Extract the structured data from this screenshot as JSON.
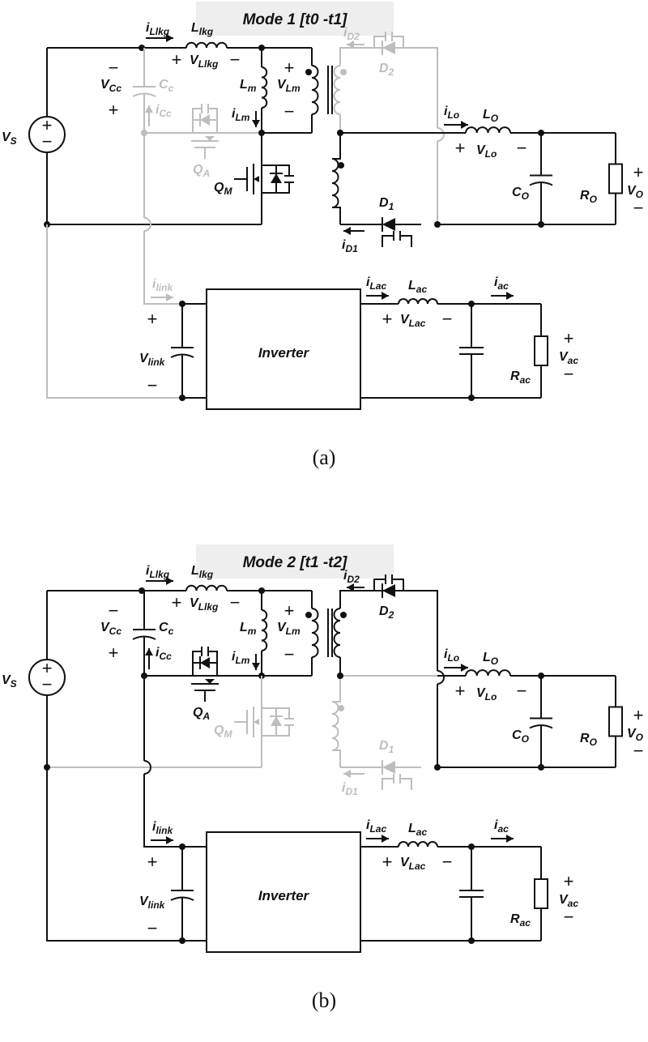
{
  "panel_a": {
    "title": "Mode 1 [t0 -t1]",
    "caption": "(a)",
    "labels": {
      "vs": "VS",
      "ilkg": "iLlkg",
      "llkg": "Llkg",
      "vlkg": "VLlkg",
      "vcc": "VCc",
      "cc": "Cc",
      "icc": "iCc",
      "lm": "Lm",
      "ilm": "iLm",
      "vlm": "VLm",
      "qa": "QA",
      "qm": "QM",
      "id2": "iD2",
      "d2": "D2",
      "ilo": "iLo",
      "lo": "LO",
      "vlo": "VLo",
      "co": "CO",
      "ro": "RO",
      "vo": "VO",
      "d1": "D1",
      "id1": "iD1",
      "ilink": "ilink",
      "vlink": "Vlink",
      "inverter": "Inverter",
      "ilac": "iLac",
      "lac": "Lac",
      "vlac": "VLac",
      "iac": "iac",
      "rac": "Rac",
      "vac": "Vac"
    }
  },
  "panel_b": {
    "title": "Mode 2 [t1 -t2]",
    "caption": "(b)",
    "labels": {
      "vs": "VS",
      "ilkg": "iLlkg",
      "llkg": "Llkg",
      "vlkg": "VLlkg",
      "vcc": "VCc",
      "cc": "Cc",
      "icc": "iCc",
      "lm": "Lm",
      "ilm": "iLm",
      "vlm": "VLm",
      "qa": "QA",
      "qm": "QM",
      "id2": "iD2",
      "d2": "D2",
      "ilo": "iLo",
      "lo": "LO",
      "vlo": "VLo",
      "co": "CO",
      "ro": "RO",
      "vo": "VO",
      "d1": "D1",
      "id1": "iD1",
      "ilink": "ilink",
      "vlink": "Vlink",
      "inverter": "Inverter",
      "ilac": "iLac",
      "lac": "Lac",
      "vlac": "VLac",
      "iac": "iac",
      "rac": "Rac",
      "vac": "Vac"
    }
  },
  "signs": {
    "plus": "+",
    "minus": "−"
  }
}
